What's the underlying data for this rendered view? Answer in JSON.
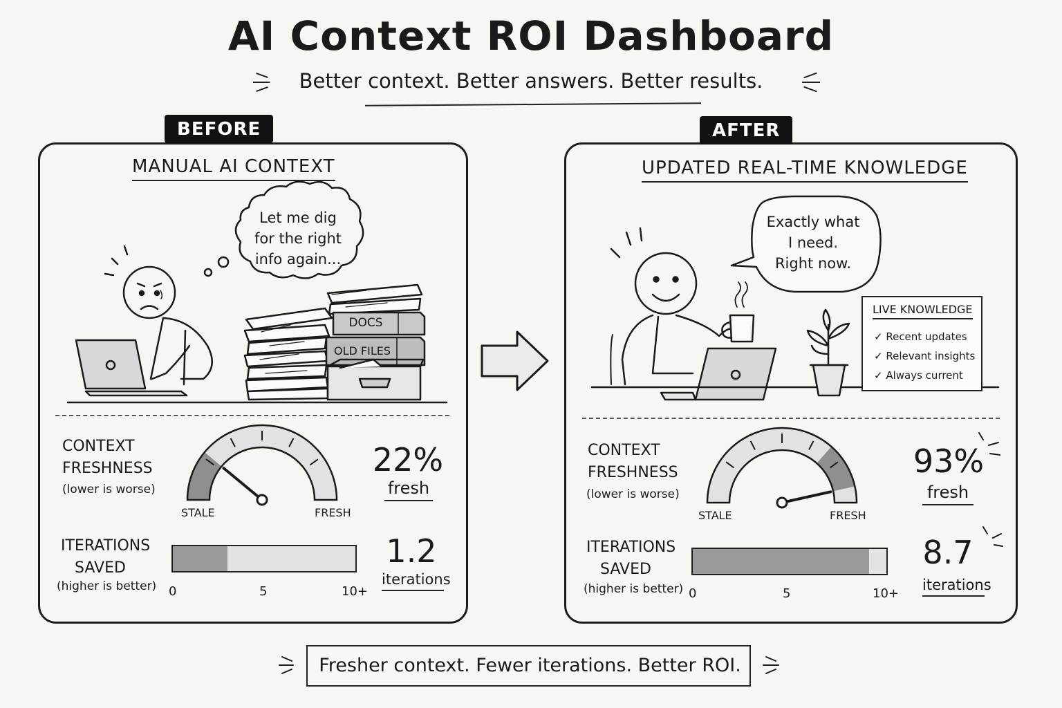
{
  "header": {
    "title": "AI Context ROI Dashboard",
    "subtitle": "Better context. Better answers. Better results."
  },
  "before": {
    "tag": "BEFORE",
    "title": "Manual AI Context",
    "thought": [
      "Let me dig",
      "for the right",
      "info again..."
    ],
    "book_labels": [
      "DOCS",
      "OLD FILES"
    ],
    "freshness": {
      "label_lines": [
        "Context",
        "Freshness"
      ],
      "note": "(lower is worse)",
      "value": "22%",
      "value_fraction": 0.22,
      "unit": "fresh",
      "gauge_left": "STALE",
      "gauge_right": "FRESH"
    },
    "iterations": {
      "label_lines": [
        "Iterations",
        "Saved"
      ],
      "note": "(higher is better)",
      "value": "1.2",
      "value_number": 1.2,
      "unit": "iterations",
      "axis": [
        "0",
        "5",
        "10+"
      ]
    }
  },
  "after": {
    "tag": "AFTER",
    "title": "Updated Real-Time Knowledge",
    "speech": [
      "Exactly what",
      "I need.",
      "Right now."
    ],
    "live_box": {
      "title": "LIVE KNOWLEDGE",
      "items": [
        "✓ Recent updates",
        "✓ Relevant insights",
        "✓ Always current"
      ]
    },
    "freshness": {
      "label_lines": [
        "Context",
        "Freshness"
      ],
      "note": "(lower is worse)",
      "value": "93%",
      "value_fraction": 0.93,
      "unit": "fresh",
      "gauge_left": "STALE",
      "gauge_right": "FRESH"
    },
    "iterations": {
      "label_lines": [
        "Iterations",
        "Saved"
      ],
      "note": "(higher is better)",
      "value": "8.7",
      "value_number": 8.7,
      "unit": "iterations",
      "axis": [
        "0",
        "5",
        "10+"
      ]
    }
  },
  "footer": {
    "text": "Fresher context. Fewer iterations. Better ROI."
  },
  "colors": {
    "ink": "#1a1a1a",
    "gauge_fill": "#8f8f8f",
    "gauge_light": "#e2e2e2",
    "tag_bg": "#111111"
  }
}
